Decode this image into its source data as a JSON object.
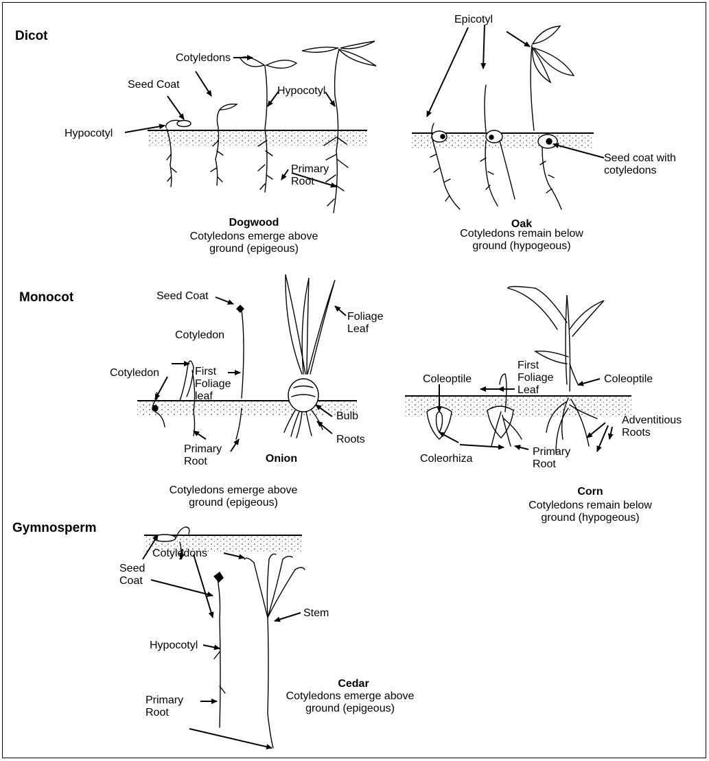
{
  "sections": {
    "dicot": "Dicot",
    "monocot": "Monocot",
    "gymnosperm": "Gymnosperm"
  },
  "dogwood": {
    "title": "Dogwood",
    "caption": "Cotyledons emerge above\nground (epigeous)",
    "labels": {
      "cotyledons": "Cotyledons",
      "seed_coat": "Seed Coat",
      "hypocotyl_left": "Hypocotyl",
      "hypocotyl_right": "Hypocotyl",
      "primary_root": "Primary\nRoot"
    }
  },
  "oak": {
    "title": "Oak",
    "caption": "Cotyledons remain below\nground (hypogeous)",
    "labels": {
      "epicotyl": "Epicotyl",
      "seed_coat_with_cotyledons": "Seed coat with\ncotyledons"
    }
  },
  "onion": {
    "title": "Onion",
    "caption": "Cotyledons emerge above\nground (epigeous)",
    "labels": {
      "seed_coat": "Seed Coat",
      "cotyledon_upper": "Cotyledon",
      "cotyledon_left": "Cotyledon",
      "first_foliage_leaf": "First\nFoliage\nleaf",
      "primary_root": "Primary\nRoot",
      "foliage_leaf": "Foliage\nLeaf",
      "bulb": "Bulb",
      "roots": "Roots"
    }
  },
  "corn": {
    "title": "Corn",
    "caption": "Cotyledons remain below\nground (hypogeous)",
    "labels": {
      "coleoptile_left": "Coleoptile",
      "first_foliage_leaf": "First\nFoliage\nLeaf",
      "coleoptile_right": "Coleoptile",
      "adventitious_roots": "Adventitious\nRoots",
      "coleorhiza": "Coleorhiza",
      "primary_root": "Primary\nRoot"
    }
  },
  "cedar": {
    "title": "Cedar",
    "caption": "Cotyledons emerge above\nground (epigeous)",
    "labels": {
      "cotyledons": "Cotyledons",
      "seed_coat": "Seed\nCoat",
      "hypocotyl": "Hypocotyl",
      "stem": "Stem",
      "primary_root": "Primary\nRoot"
    }
  }
}
